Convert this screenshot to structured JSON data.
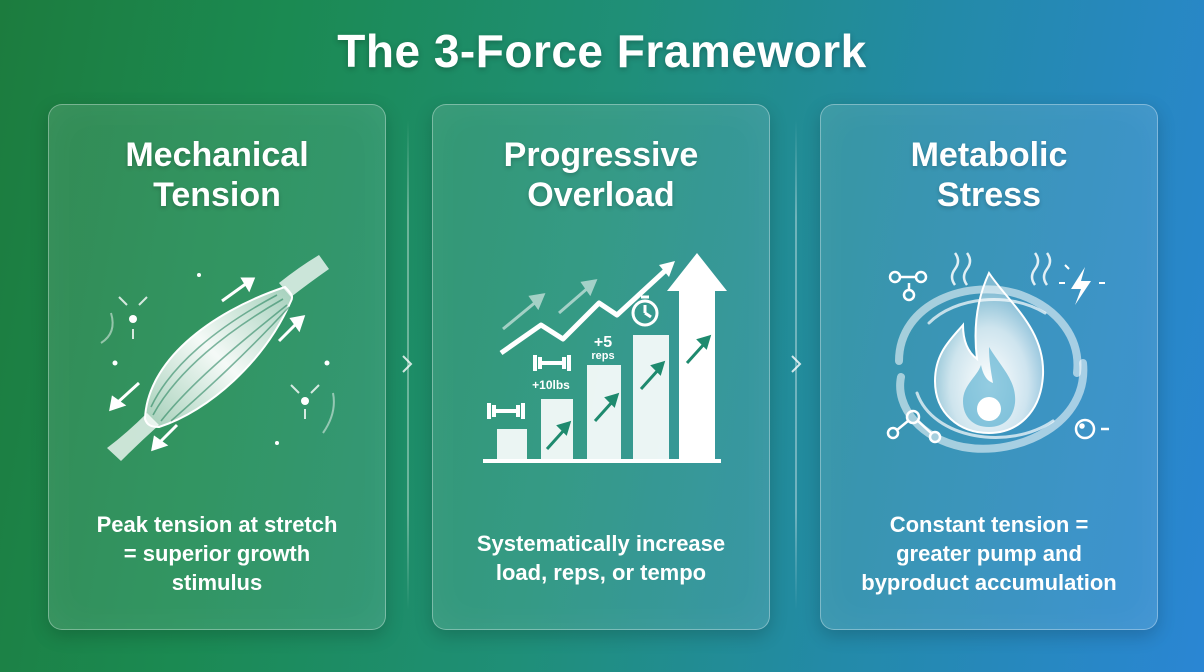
{
  "title": "The 3-Force Framework",
  "cards": [
    {
      "title_lines": [
        "Mechanical",
        "Tension"
      ],
      "desc_lines": [
        "Peak tension at stretch",
        "= superior growth",
        "stimulus"
      ],
      "icon": "stretched-muscle-icon"
    },
    {
      "title_lines": [
        "Progressive",
        "Overload"
      ],
      "desc_lines": [
        "Systematically increase",
        "load, reps, or tempo"
      ],
      "icon": "rising-bar-chart-icon",
      "chart_labels": {
        "load": "+10lbs",
        "reps_num": "+5",
        "reps_word": "reps"
      }
    },
    {
      "title_lines": [
        "Metabolic",
        "Stress"
      ],
      "desc_lines": [
        "Constant tension =",
        "greater pump and",
        "byproduct accumulation"
      ],
      "icon": "flame-swirl-icon"
    }
  ],
  "colors": {
    "bg_left": "#1c7c3e",
    "bg_mid": "#1f8f78",
    "bg_right": "#2a86d4",
    "text": "#ffffff"
  }
}
